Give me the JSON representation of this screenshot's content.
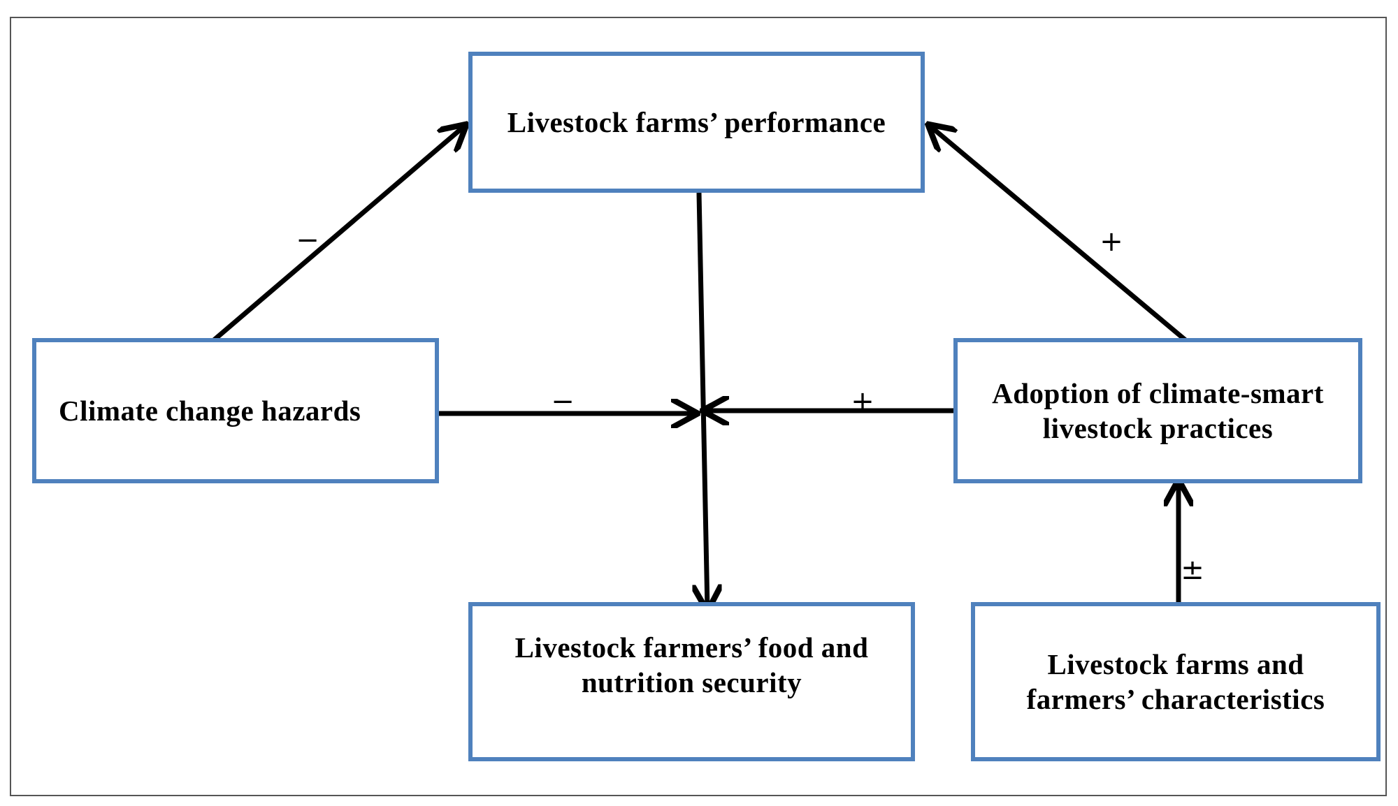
{
  "diagram": {
    "nodes": {
      "performance": {
        "label": "Livestock farms’ performance"
      },
      "hazards": {
        "label": "Climate change hazards"
      },
      "adoption": {
        "line1": "Adoption of climate-smart",
        "line2": "livestock practices"
      },
      "food_security": {
        "line1": "Livestock farmers’ food and",
        "line2": "nutrition security"
      },
      "characteristics": {
        "line1": "Livestock farms and",
        "line2": "farmers’ characteristics"
      }
    },
    "edges": [
      {
        "from": "Climate change hazards",
        "to": "Livestock farms’ performance",
        "sign": "−"
      },
      {
        "from": "Adoption of climate-smart livestock practices",
        "to": "Livestock farms’ performance",
        "sign": "+"
      },
      {
        "from": "Climate change hazards",
        "to": "Livestock farmers’ food and nutrition security",
        "sign": "−"
      },
      {
        "from": "Adoption of climate-smart livestock practices",
        "to": "Livestock farmers’ food and nutrition security",
        "sign": "+"
      },
      {
        "from": "Livestock farms’ performance",
        "to": "Livestock farmers’ food and nutrition security",
        "sign": ""
      },
      {
        "from": "Livestock farms and farmers’ characteristics",
        "to": "Adoption of climate-smart livestock practices",
        "sign": "±"
      }
    ]
  }
}
